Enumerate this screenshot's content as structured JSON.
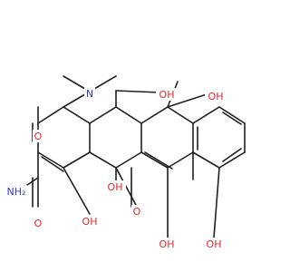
{
  "molecule": {
    "atom_colors": {
      "O": "#e8262b",
      "N": "#2d3bd6",
      "C": "#1f1f1f"
    },
    "labels": [
      {
        "key": "nme2",
        "text": "N",
        "element": "N"
      },
      {
        "key": "o_keto_a",
        "text": "O",
        "element": "O"
      },
      {
        "key": "nh2",
        "text": "NH₂",
        "element": "N"
      },
      {
        "key": "o_amide",
        "text": "O",
        "element": "O"
      },
      {
        "key": "oh_enol_a",
        "text": "OH",
        "element": "O"
      },
      {
        "key": "oh_junction",
        "text": "OH",
        "element": "O"
      },
      {
        "key": "o_keto_b",
        "text": "O",
        "element": "O"
      },
      {
        "key": "oh_5",
        "text": "OH",
        "element": "O"
      },
      {
        "key": "oh_6",
        "text": "OH",
        "element": "O"
      },
      {
        "key": "oh_enol_c",
        "text": "OH",
        "element": "O"
      },
      {
        "key": "oh_phenol",
        "text": "OH",
        "element": "O"
      }
    ]
  }
}
